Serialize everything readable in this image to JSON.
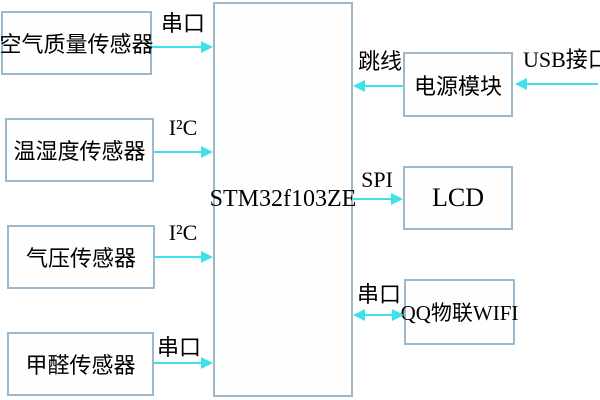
{
  "diagram": {
    "mcu": {
      "label": "STM32f103ZE"
    },
    "sensors": [
      {
        "label": "空气质量传感器",
        "bus": "串口"
      },
      {
        "label": "温湿度传感器",
        "bus": "I²C"
      },
      {
        "label": "气压传感器",
        "bus": "I²C"
      },
      {
        "label": "甲醛传感器",
        "bus": "串口"
      }
    ],
    "peripherals": [
      {
        "label": "电源模块",
        "bus": "跳线"
      },
      {
        "label": "LCD",
        "bus": "SPI"
      },
      {
        "label": "QQ物联WIFI",
        "bus": "串口"
      }
    ],
    "external": {
      "label": "USB接口"
    },
    "colors": {
      "arrow": "#3fe0e8",
      "box_border": "#9cb8cd",
      "text": "#000000",
      "background": "#ffffff"
    }
  }
}
